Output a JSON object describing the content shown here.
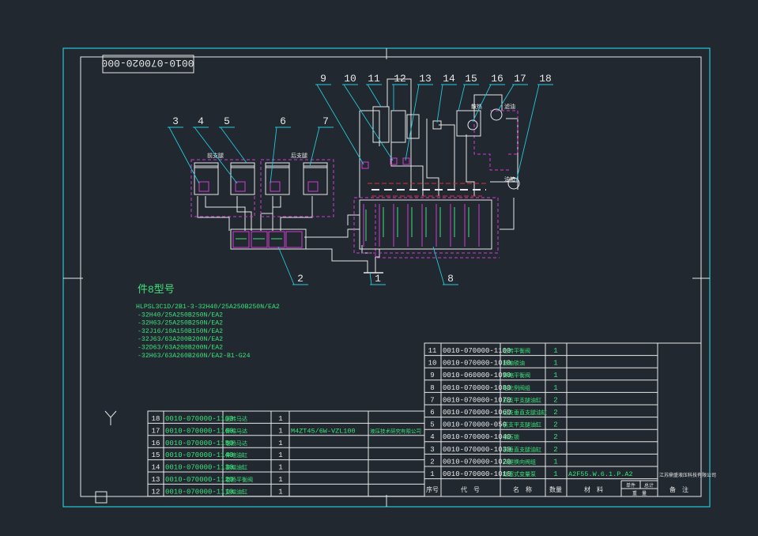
{
  "drawing_number": "0010-070020-000",
  "title_block_label": "件8型号",
  "model_lines": [
    "HLPSL3C1D/2B1-3-32H40/25A250B250N/EA2",
    "-32H40/25A250B250N/EA2",
    "-32H63/25A250B250N/EA2",
    "-32J16/10A150B150N/EA2",
    "-32J63/63A200B200N/EA2",
    "-32D63/63A200B200N/EA2",
    "-32H63/63A260B260N/EA2-B1-G24"
  ],
  "callouts": [
    "1",
    "2",
    "3",
    "4",
    "5",
    "6",
    "7",
    "8",
    "9",
    "10",
    "11",
    "12",
    "13",
    "14",
    "15",
    "16",
    "17",
    "18"
  ],
  "schematic_labels": {
    "front_leg": "前支腿",
    "rear_leg": "后支腿",
    "cooler": "散热",
    "filter": "滤油",
    "tank": "油箱"
  },
  "bom_right": {
    "rows": [
      {
        "no": "11",
        "code": "0010-070000-1100",
        "name": "左转平衡阀",
        "qty": "1",
        "material": ""
      },
      {
        "no": "10",
        "code": "0010-070000-1010",
        "name": "转轴锁油",
        "qty": "1",
        "material": ""
      },
      {
        "no": "9",
        "code": "0010-060000-1090",
        "name": "伸缩平衡阀",
        "qty": "1",
        "material": ""
      },
      {
        "no": "8",
        "code": "0010-070000-1080",
        "name": "电比例阀组",
        "qty": "1",
        "material": ""
      },
      {
        "no": "7",
        "code": "0010-070000-1070",
        "name": "后支平支腿油缸",
        "qty": "2",
        "material": ""
      },
      {
        "no": "6",
        "code": "0010-070000-1060",
        "name": "后支垂直支腿油缸",
        "qty": "2",
        "material": ""
      },
      {
        "no": "5",
        "code": "0010-070000-050",
        "name": "前支平支腿油缸",
        "qty": "2",
        "material": ""
      },
      {
        "no": "4",
        "code": "0010-070000-1040",
        "name": "液压锁",
        "qty": "2",
        "material": ""
      },
      {
        "no": "3",
        "code": "0010-070000-1030",
        "name": "前垂直支腿油缸",
        "qty": "2",
        "material": ""
      },
      {
        "no": "2",
        "code": "0010-070000-1020",
        "name": "支腿换向阀组",
        "qty": "1",
        "material": ""
      },
      {
        "no": "1",
        "code": "0010-070000-1010",
        "name": "柱塞式变量泵",
        "qty": "1",
        "material": "A2F55.W.6.1.P.A2"
      }
    ],
    "header": {
      "no": "序号",
      "code": "代　号",
      "name": "名　称",
      "qty": "数量",
      "material": "材　料",
      "unit_weight": "单件",
      "total_weight": "总计",
      "weight": "重　量",
      "remark": "备　注"
    },
    "maker": "江苏鼎盛液压科技有限公司"
  },
  "bom_left": {
    "rows": [
      {
        "no": "18",
        "code": "0010-070000-1160",
        "name": "回转马达",
        "qty": "1",
        "material": "",
        "remark": ""
      },
      {
        "no": "17",
        "code": "0010-070000-1160",
        "name": "伸缩马达",
        "qty": "1",
        "material": "M4ZT45/6W-VZL100",
        "remark": "液压技术研究有限公司"
      },
      {
        "no": "16",
        "code": "0010-070000-1150",
        "name": "卷扬马达",
        "qty": "1",
        "material": "",
        "remark": ""
      },
      {
        "no": "15",
        "code": "0010-070000-1140",
        "name": "伸缩油缸",
        "qty": "1",
        "material": "",
        "remark": ""
      },
      {
        "no": "14",
        "code": "0010-070000-1130",
        "name": "变幅油缸",
        "qty": "1",
        "material": "",
        "remark": ""
      },
      {
        "no": "13",
        "code": "0010-070000-1120",
        "name": "卷扬平衡阀",
        "qty": "1",
        "material": "",
        "remark": ""
      },
      {
        "no": "12",
        "code": "0010-070000-1110",
        "name": "变幅油缸",
        "qty": "1",
        "material": "",
        "remark": ""
      }
    ]
  }
}
